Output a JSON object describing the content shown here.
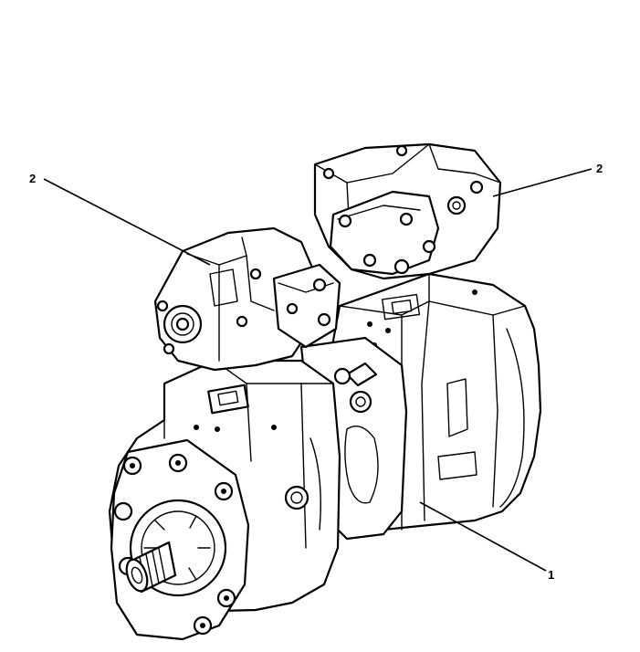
{
  "callouts": [
    {
      "id": "pump-assembly",
      "text": "1"
    },
    {
      "id": "regulator-left",
      "text": "2"
    },
    {
      "id": "regulator-right",
      "text": "2"
    }
  ],
  "colors": {
    "ink": "#000000",
    "paper": "#ffffff"
  }
}
